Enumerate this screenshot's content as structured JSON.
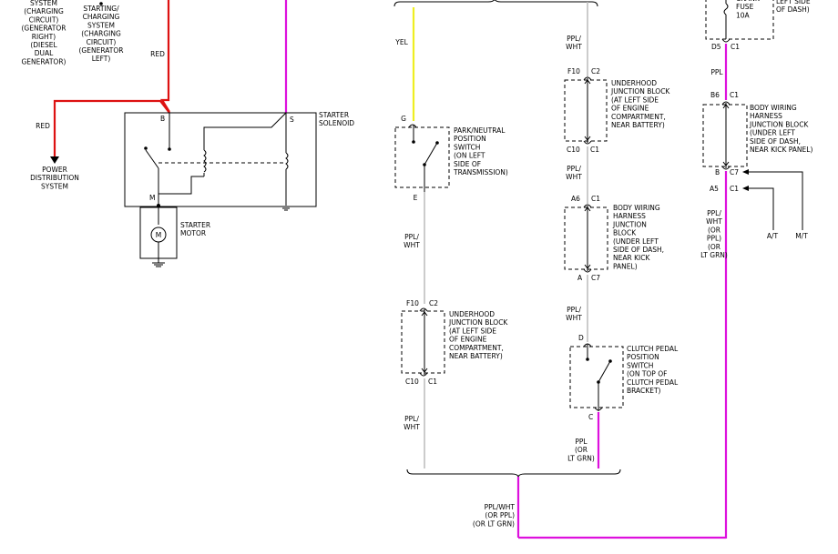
{
  "colors": {
    "red": "#dd1111",
    "ppl": "#dd11dd",
    "yel": "#eeee22",
    "gray": "#bbbbbb",
    "line": "#000000"
  },
  "labels": {
    "sys_lines": [
      "SYSTEM",
      "(CHARGING",
      "CIRCUIT)",
      "(GENERATOR",
      "RIGHT)",
      "(DIESEL",
      "DUAL",
      "GENERATOR)"
    ],
    "start_lines": [
      "STARTING/",
      "CHARGING",
      "SYSTEM",
      "(CHARGING",
      "CIRCUIT)",
      "(GENERATOR",
      "LEFT)"
    ],
    "red_top": "RED",
    "red_left": "RED",
    "power_lines": [
      "POWER",
      "DISTRIBUTION",
      "SYSTEM"
    ],
    "starter_solenoid": [
      "STARTER",
      "SOLENOID"
    ],
    "starter_motor": [
      "STARTER",
      "MOTOR"
    ],
    "motor_symbol": "M",
    "term_b": "B",
    "term_s": "S",
    "term_m": "M",
    "yel": "YEL",
    "g": "G",
    "e": "E",
    "park_lines": [
      "PARK/NEUTRAL",
      "POSITION",
      "SWITCH",
      "(ON LEFT",
      "SIDE OF",
      "TRANSMISSION)"
    ],
    "ppl_wht_1": [
      "PPL/",
      "WHT"
    ],
    "f10_a": "F10",
    "c2_a": "C2",
    "ujb_a": [
      "UNDERHOOD",
      "JUNCTION BLOCK",
      "(AT LEFT SIDE",
      "OF ENGINE",
      "COMPARTMENT,",
      "NEAR BATTERY)"
    ],
    "c10_a": "C10",
    "c1_a": "C1",
    "ppl_wht_2": [
      "PPL/",
      "WHT"
    ],
    "ppl_wht_3": [
      "PPL/",
      "WHT"
    ],
    "a6": "A6",
    "c1_b": "C1",
    "bwhjb_a": [
      "BODY WIRING",
      "HARNESS",
      "JUNCTION",
      "BLOCK",
      "(UNDER LEFT",
      "SIDE OF DASH,",
      "NEAR KICK",
      "PANEL)"
    ],
    "a_pin": "A",
    "c7_a": "C7",
    "ppl_wht_4": [
      "PPL/",
      "WHT"
    ],
    "f10_b": "F10",
    "c2_b": "C2",
    "ujb_b": [
      "UNDERHOOD",
      "JUNCTION BLOCK",
      "(AT LEFT SIDE",
      "OF ENGINE",
      "COMPARTMENT,",
      "NEAR BATTERY)"
    ],
    "c10_b": "C10",
    "c1_c": "C1",
    "ppl_wht_5": [
      "PPL/",
      "WHT"
    ],
    "d_pin": "D",
    "c_pin": "C",
    "clutch_lines": [
      "CLUTCH PEDAL",
      "POSITION",
      "SWITCH",
      "(ON TOP OF",
      "CLUTCH PEDAL",
      "BRACKET)"
    ],
    "ppl_or": [
      "PPL",
      "(OR",
      "LT GRN)"
    ],
    "bottom_lines": [
      "PPL/WHT",
      "(OR PPL)",
      "(OR LT GRN)"
    ],
    "fuse_lines": [
      "CRANK",
      "FUSE",
      "10A"
    ],
    "left_side": [
      "LEFT SIDE",
      "OF DASH)"
    ],
    "d5": "D5",
    "c1_d": "C1",
    "ppl": "PPL",
    "b6": "B6",
    "c1_e": "C1",
    "bwhjb_b": [
      "BODY WIRING",
      "HARNESS",
      "JUNCTION BLOCK",
      "(UNDER LEFT",
      "SIDE OF DASH,",
      "NEAR KICK PANEL)"
    ],
    "b_pin": "B",
    "c7_b": "C7",
    "a5": "A5",
    "c1_f": "C1",
    "ppl_wht_or": [
      "PPL/",
      "WHT",
      "(OR",
      "PPL)",
      "(OR",
      "LT GRN)"
    ],
    "at": "A/T",
    "mt": "M/T"
  }
}
